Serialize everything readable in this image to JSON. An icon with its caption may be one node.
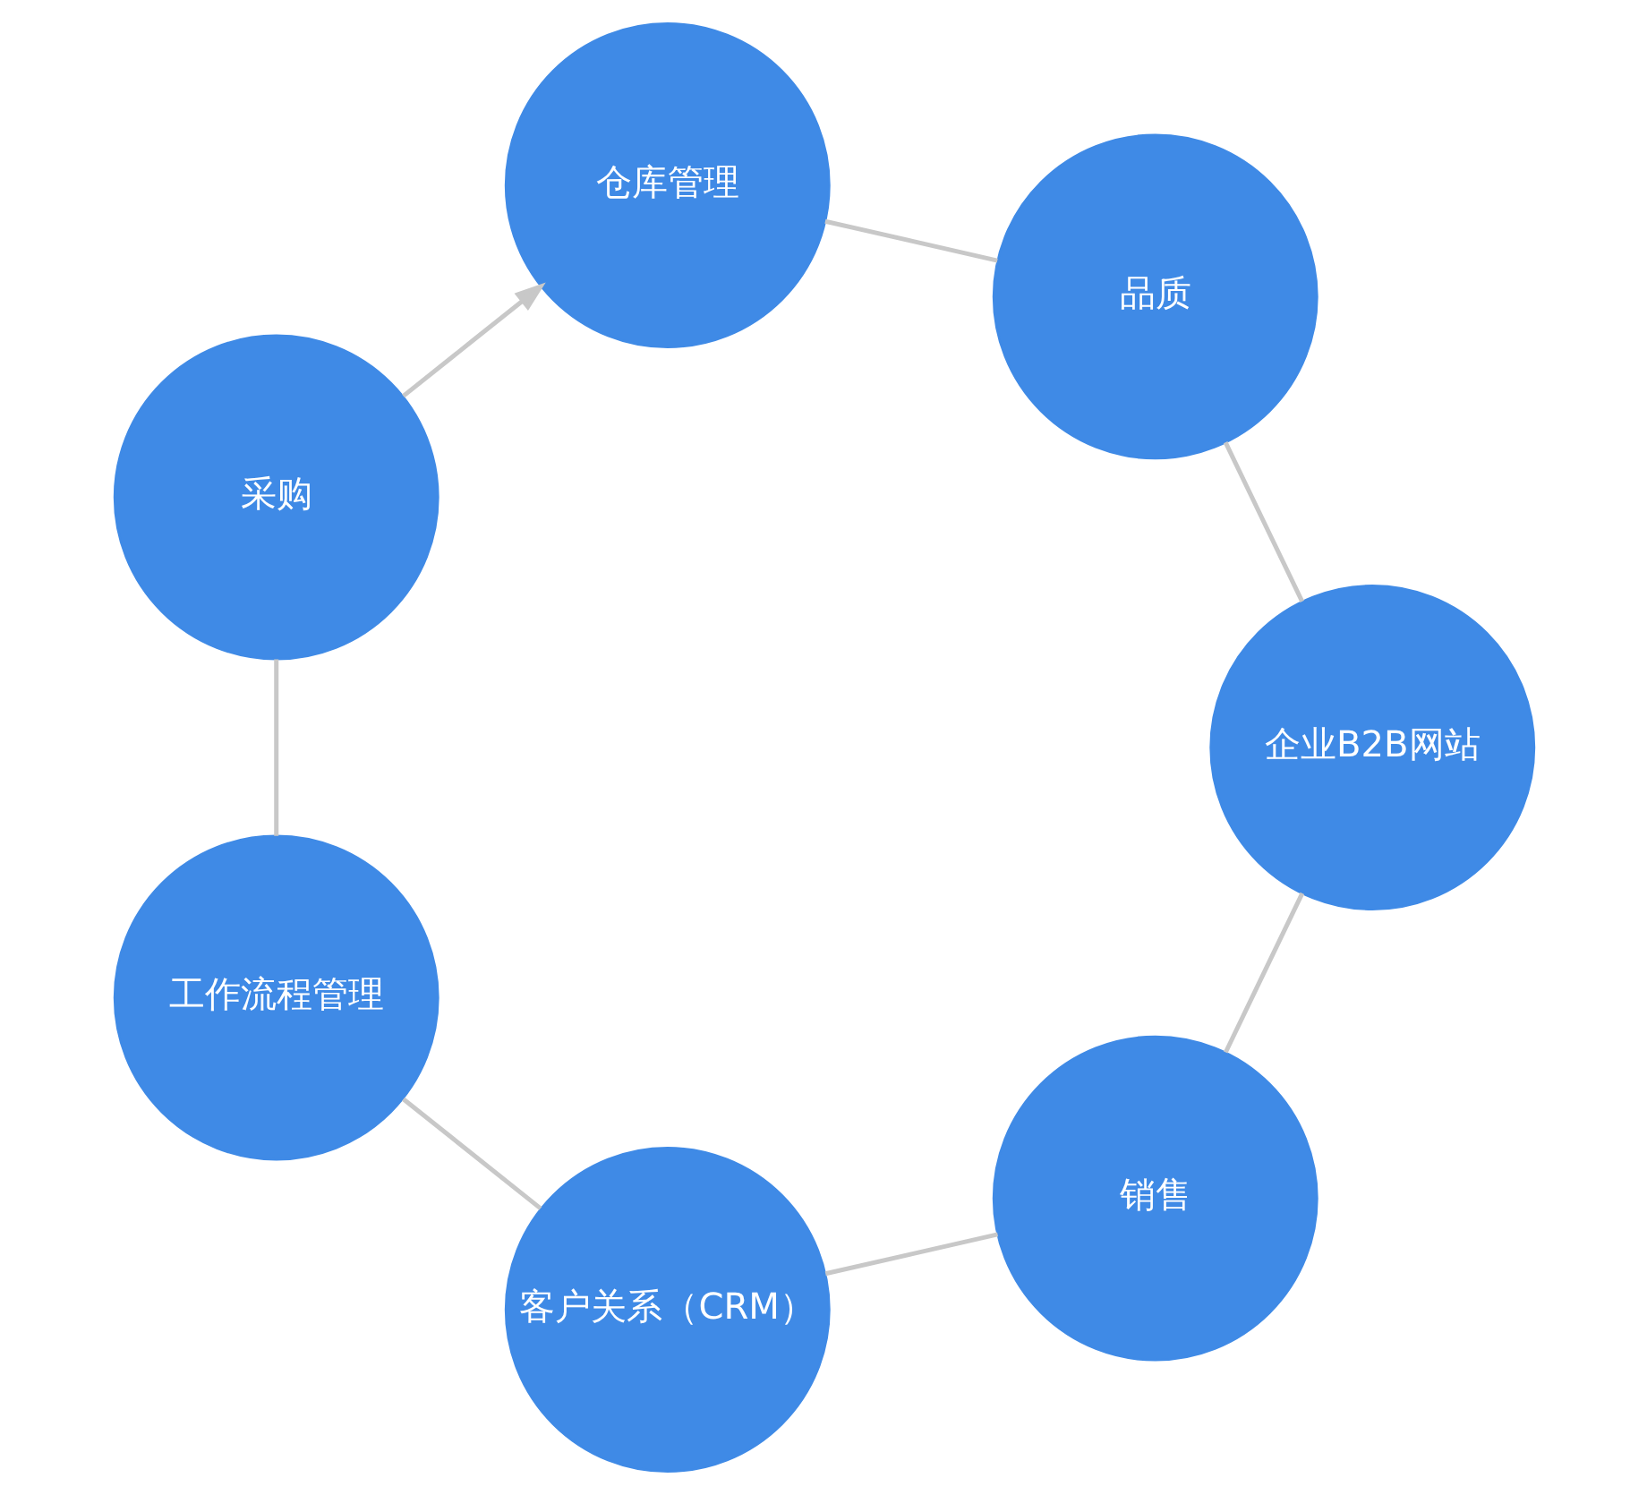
{
  "diagram": {
    "nodes": [
      {
        "text": [
          "销售"
        ]
      },
      {
        "text": [
          "客户关系（CRM）"
        ]
      },
      {
        "text": [
          "工作流程管理"
        ]
      },
      {
        "text": [
          "采购"
        ]
      },
      {
        "text": [
          "仓库管理"
        ]
      },
      {
        "text": [
          "品质"
        ]
      },
      {
        "text": [
          "企业B2B网站"
        ]
      }
    ],
    "edges": [
      {
        "from": 0,
        "to": 1,
        "arrow": "none"
      },
      {
        "from": 1,
        "to": 2,
        "arrow": "none"
      },
      {
        "from": 2,
        "to": 3,
        "arrow": "none"
      },
      {
        "from": 3,
        "to": 4,
        "arrow": "to"
      },
      {
        "from": 4,
        "to": 5,
        "arrow": "none"
      },
      {
        "from": 5,
        "to": 6,
        "arrow": "none"
      },
      {
        "from": 6,
        "to": 0,
        "arrow": "none"
      }
    ]
  }
}
